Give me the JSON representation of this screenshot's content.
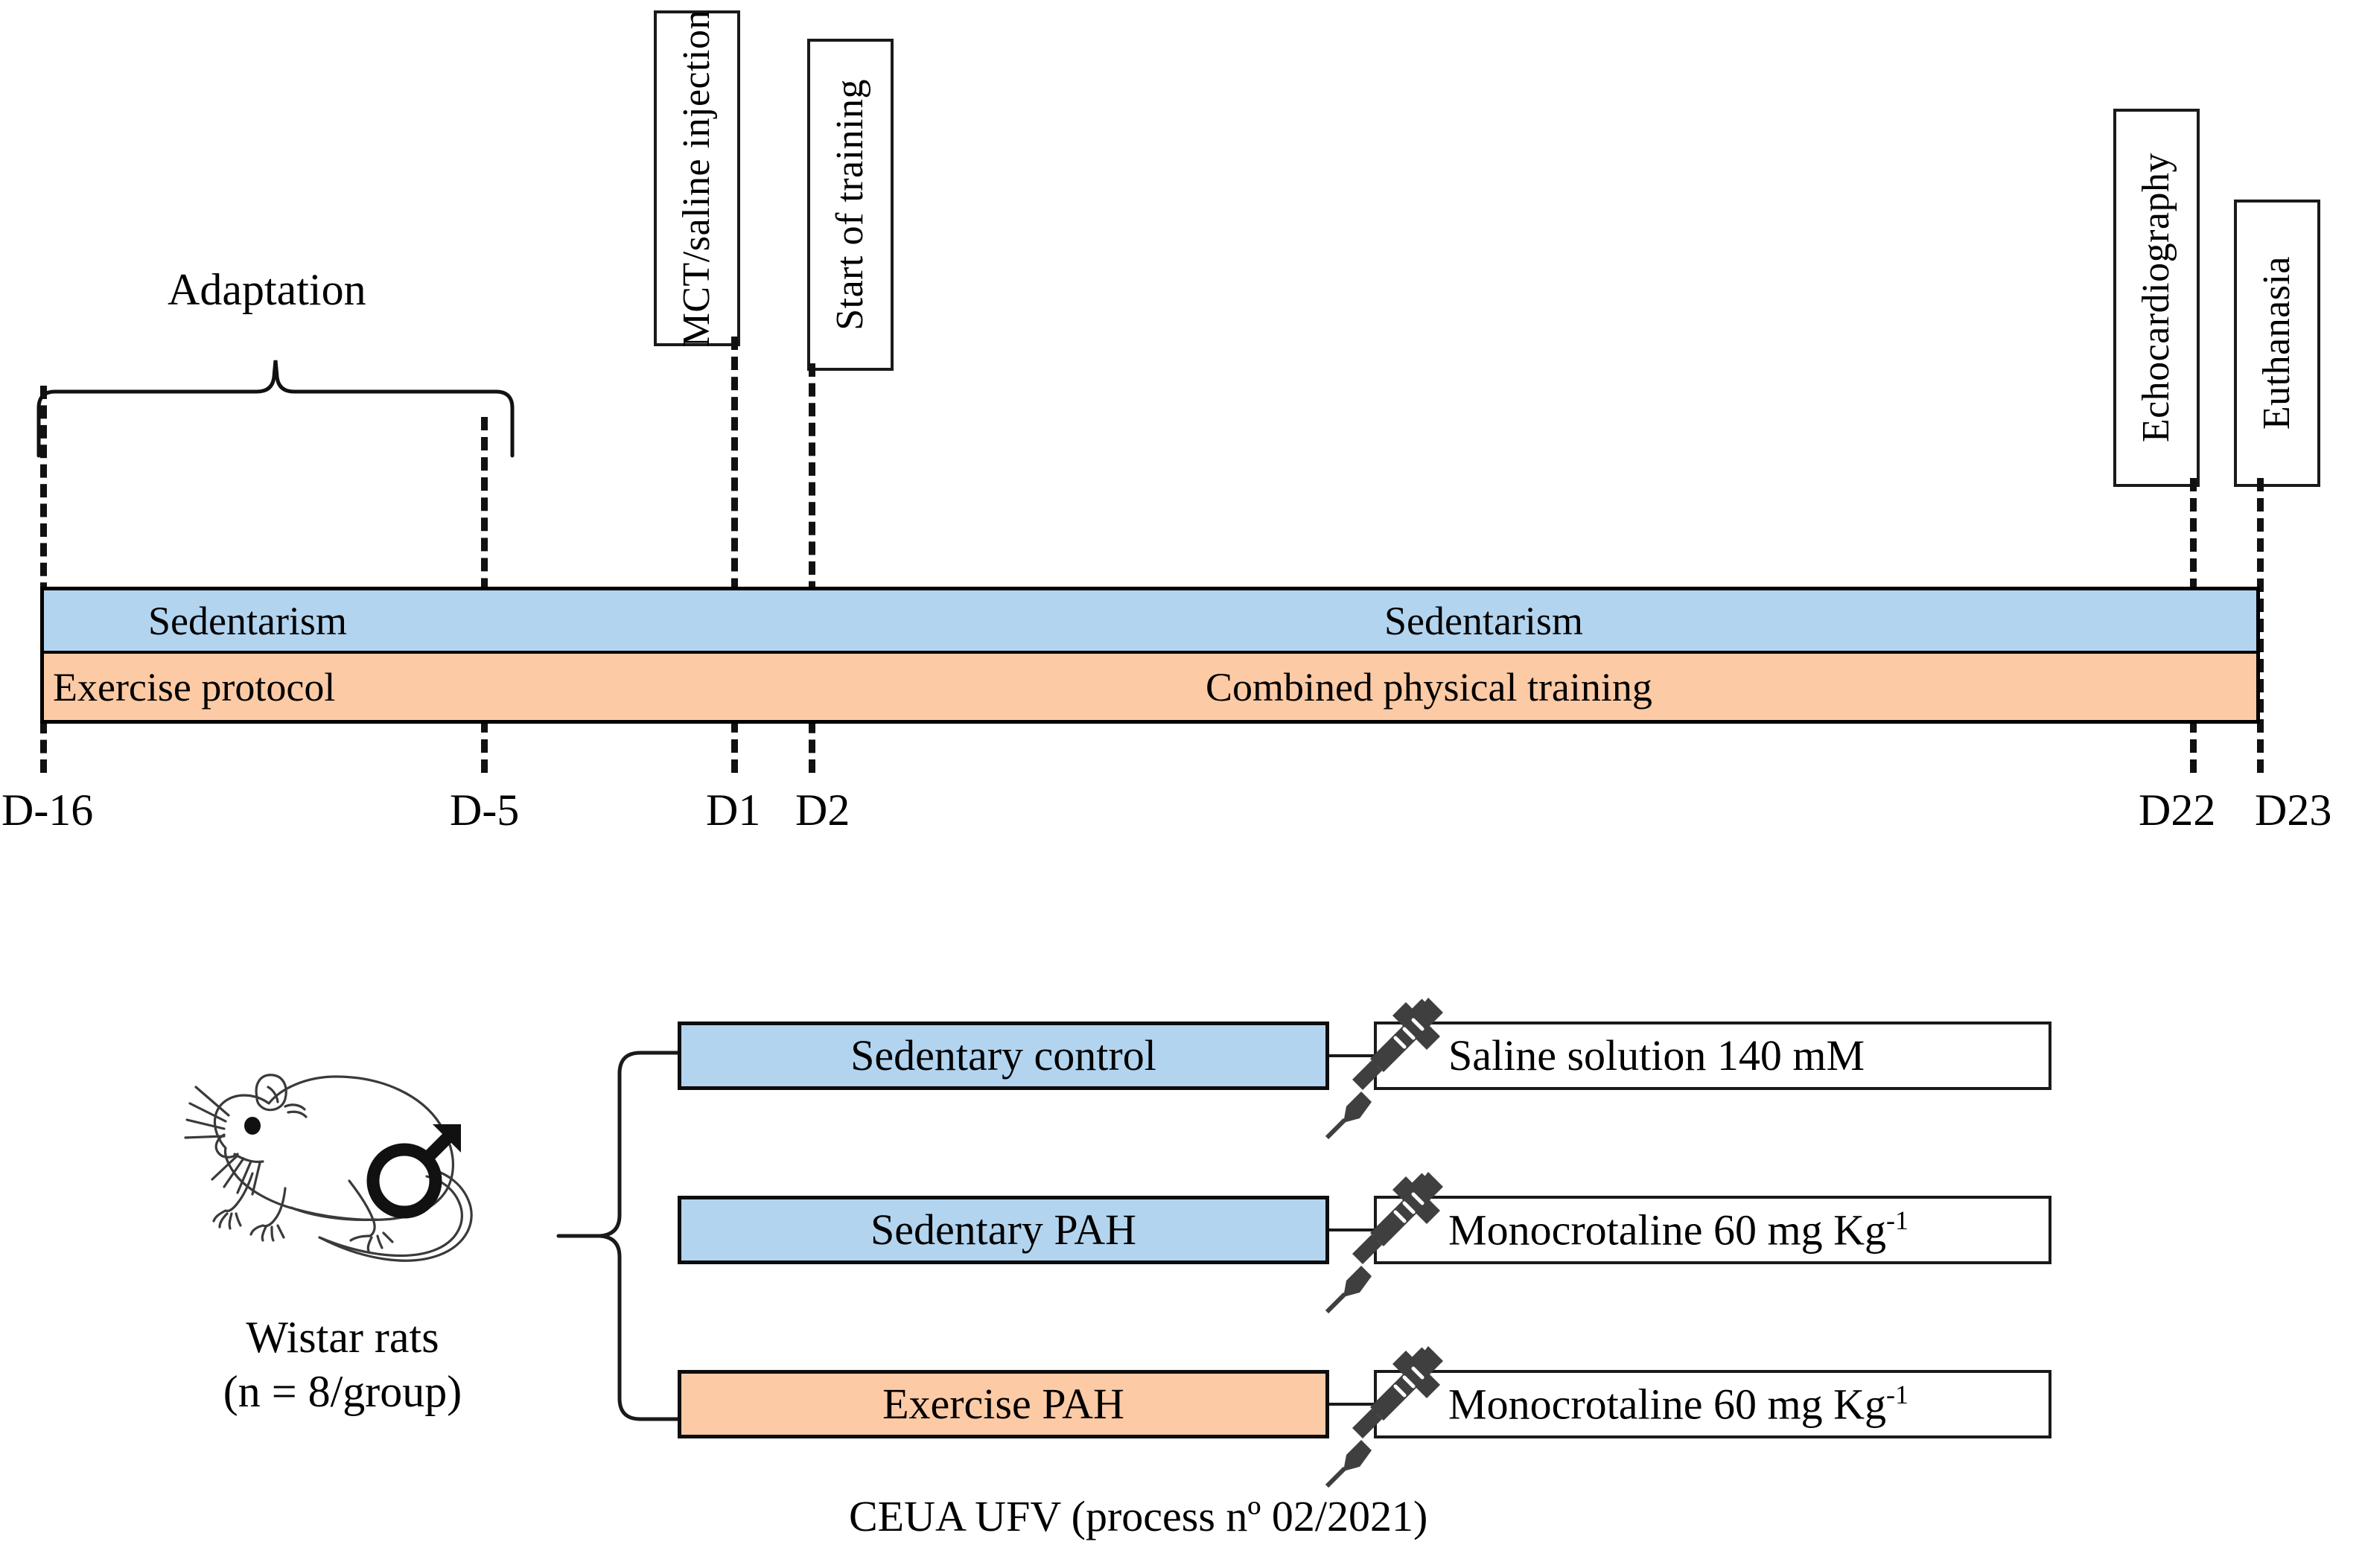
{
  "timeline": {
    "adaptation_label": "Adaptation",
    "event_boxes": [
      {
        "label": "MCT/saline injection"
      },
      {
        "label": "Start of training"
      },
      {
        "label": "Echocardiography"
      },
      {
        "label": "Euthanasia"
      }
    ],
    "bars": [
      {
        "color": "#b2d4ef",
        "left_label": "Sedentarism",
        "right_label": "Sedentarism"
      },
      {
        "color": "#fccaa5",
        "left_label": "Exercise protocol",
        "right_label": "Combined physical training"
      }
    ],
    "day_labels": [
      {
        "text": "D-16"
      },
      {
        "text": "D-5"
      },
      {
        "text": "D1"
      },
      {
        "text": "D2"
      },
      {
        "text": "D22"
      },
      {
        "text": "D23"
      }
    ]
  },
  "groups": {
    "animal_label_line1": "Wistar rats",
    "animal_label_line2": "(n = 8/group)",
    "rows": [
      {
        "group": "Sedentary control",
        "color": "#b2d4ef",
        "treatment": "Saline solution 140 mM",
        "treatment_sup": ""
      },
      {
        "group": "Sedentary PAH",
        "color": "#b2d4ef",
        "treatment": "Monocrotaline 60 mg Kg",
        "treatment_sup": "-1"
      },
      {
        "group": "Exercise PAH",
        "color": "#fccaa5",
        "treatment": "Monocrotaline 60 mg Kg",
        "treatment_sup": "-1"
      }
    ],
    "ethics_caption": "CEUA UFV (process nº 02/2021)"
  },
  "colors": {
    "blue": "#b2d4ef",
    "orange": "#fccaa5",
    "line": "#111111"
  }
}
